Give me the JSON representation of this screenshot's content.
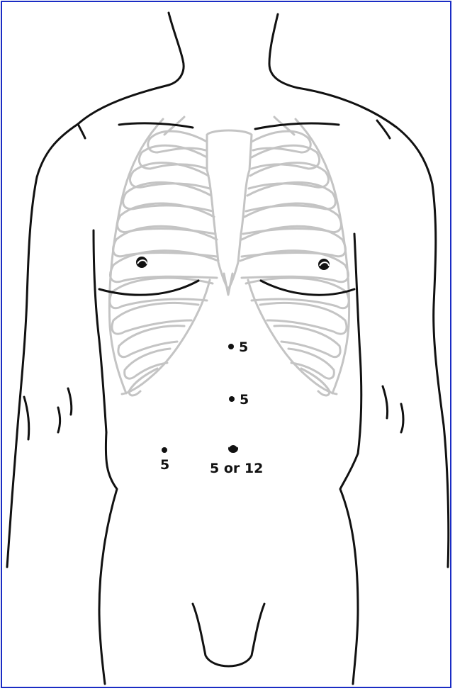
{
  "diagram": {
    "border_color": "#1a2cc4",
    "outline_color": "#111111",
    "ribcage_color": "#c8c8c8",
    "port_markers": [
      {
        "id": "upper-midline",
        "label": "5"
      },
      {
        "id": "mid-midline",
        "label": "5"
      },
      {
        "id": "left-lateral",
        "label": "5"
      },
      {
        "id": "umbilical",
        "label": "5 or 12"
      }
    ]
  }
}
